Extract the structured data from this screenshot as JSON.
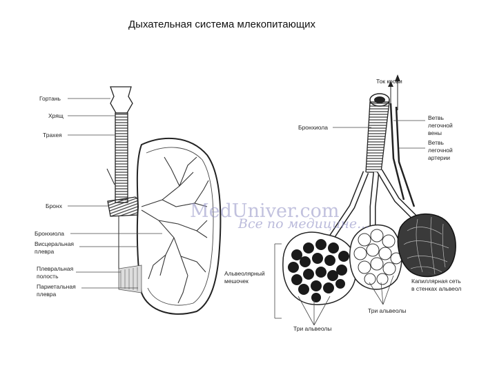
{
  "title": "Дыхательная система млекопитающих",
  "labels_left": {
    "larynx": "Гортань",
    "cartilage": "Хрящ",
    "trachea": "Трахея",
    "bronchus": "Бронх",
    "bronchiole": "Бронхиола",
    "visceral_pleura_1": "Висцеральная",
    "visceral_pleura_2": "плевра",
    "pleural_cavity_1": "Плевральная",
    "pleural_cavity_2": "полость",
    "parietal_pleura_1": "Париетальная",
    "parietal_pleura_2": "плевра"
  },
  "labels_right": {
    "blood_flow": "Ток крови",
    "bronchiole": "Бронхиола",
    "vein_1": "Ветвь",
    "vein_2": "легочной",
    "vein_3": "вены",
    "artery_1": "Ветвь",
    "artery_2": "легочной",
    "artery_3": "артерии",
    "alveolar_sac_1": "Альвеолярный",
    "alveolar_sac_2": "мешочек",
    "capillary_1": "Капиллярная сеть",
    "capillary_2": "в стенках альвеол",
    "three_alveoli_a": "Три альвеолы",
    "three_alveoli_b": "Три альвеолы"
  },
  "watermark": {
    "brand": "MedUniver.com",
    "tagline": "Все по медицине..."
  }
}
